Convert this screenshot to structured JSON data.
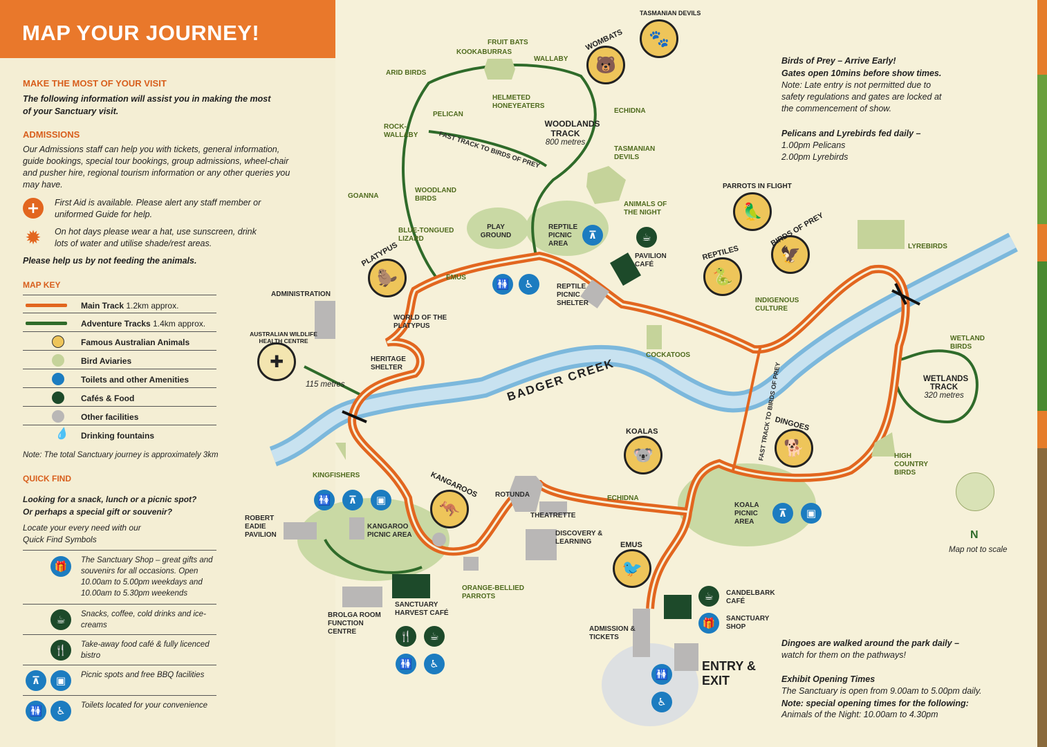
{
  "header": {
    "title": "MAP YOUR JOURNEY!"
  },
  "intro": {
    "heading": "MAKE THE MOST OF YOUR VISIT",
    "text": "The following information will assist you in making the most of your Sanctuary visit."
  },
  "admissions": {
    "heading": "ADMISSIONS",
    "text": "Our Admissions staff can help you with tickets, general information, guide bookings, special tour bookings, group admissions, wheel-chair and pusher hire, regional tourism information or any other queries you may have.",
    "first_aid": "First Aid is available. Please alert any staff member or uniformed Guide for help.",
    "hot_days": "On hot days please wear a hat, use sunscreen, drink lots of water and utilise shade/rest areas.",
    "no_feeding": "Please help us by not feeding the animals."
  },
  "map_key": {
    "heading": "MAP KEY",
    "items": [
      {
        "label": "Main Track",
        "note": "1.2km approx.",
        "color": "#e2661f"
      },
      {
        "label": "Adventure Tracks",
        "note": "1.4km approx.",
        "color": "#2f6b2a"
      },
      {
        "label": "Famous Australian Animals",
        "color": "#eec55a"
      },
      {
        "label": "Bird Aviaries",
        "color": "#c5d39a"
      },
      {
        "label": "Toilets and other Amenities",
        "color": "#1c7cc0"
      },
      {
        "label": "Cafés & Food",
        "color": "#1d4a2a"
      },
      {
        "label": "Other facilities",
        "color": "#b9b7b6"
      },
      {
        "label": "Drinking fountains",
        "color": "#1c7cc0"
      }
    ],
    "note": "Note: The total Sanctuary journey is approximately 3km"
  },
  "quick_find": {
    "heading": "QUICK FIND",
    "question": "Looking for a snack, lunch or a picnic spot? Or perhaps a special gift or souvenir?",
    "intro": "Locate your every need with our Quick Find Symbols",
    "items": [
      {
        "icon": "gift-shop-icon",
        "text": "The Sanctuary Shop – great gifts and souvenirs for all occasions. Open 10.00am to 5.00pm weekdays and 10.00am to 5.30pm weekends"
      },
      {
        "icon": "coffee-cup-icon",
        "text": "Snacks, coffee, cold drinks and ice-creams"
      },
      {
        "icon": "fork-knife-icon",
        "text": "Take-away food café & fully licenced bistro"
      },
      {
        "icon": "picnic-bbq-icon",
        "text": "Picnic spots and free BBQ facilities"
      },
      {
        "icon": "toilets-wheelchair-icon",
        "text": "Toilets located for your convenience"
      }
    ]
  },
  "map": {
    "river": "BADGER CREEK",
    "labels": [
      "FRUIT BATS",
      "KOOKABURRAS",
      "WALLABY",
      "ARID BIRDS",
      "PELICAN",
      "HELMETED HONEYEATERS",
      "ECHIDNA",
      "ROCK-WALLABY",
      "FAST TRACK TO BIRDS OF PREY",
      "TASMANIAN DEVILS",
      "GOANNA",
      "WOODLAND BIRDS",
      "ANIMALS OF THE NIGHT",
      "BLUE-TONGUED LIZARD",
      "PLAY GROUND",
      "REPTILE PICNIC AREA",
      "PAVILION CAFÉ",
      "EMUS",
      "LYREBIRDS",
      "ADMINISTRATION",
      "REPTILE PICNIC SHELTER",
      "INDIGENOUS CULTURE",
      "WORLD OF THE PLATYPUS",
      "HERITAGE SHELTER",
      "COCKATOOS",
      "WETLAND BIRDS",
      "FAST TRACK TO BIRDS OF PREY",
      "KINGFISHERS",
      "ROTUNDA",
      "ECHIDNA",
      "HIGH COUNTRY BIRDS",
      "THEATRETTE",
      "DISCOVERY & LEARNING",
      "KOALA PICNIC AREA",
      "ROBERT EADIE PAVILION",
      "KANGAROO PICNIC AREA",
      "ORANGE-BELLIED PARROTS",
      "SANCTUARY HARVEST CAFÉ",
      "BROLGA ROOM FUNCTION CENTRE",
      "ADMISSION & TICKETS",
      "CANDELBARK CAFÉ",
      "SANCTUARY SHOP"
    ],
    "woodlands": {
      "name": "WOODLANDS TRACK",
      "distance": "800 metres"
    },
    "wetlands": {
      "name": "WETLANDS TRACK",
      "distance": "320 metres"
    },
    "wildlife_distance": "115 metres",
    "badges": [
      "PLATYPUS",
      "AUSTRALIAN WILDLIFE HEALTH CENTRE",
      "KANGAROOS",
      "KOALAS",
      "EMUS",
      "DINGOES",
      "REPTILES",
      "BIRDS OF PREY",
      "PARROTS IN FLIGHT",
      "WOMBATS",
      "TASMANIAN DEVILS"
    ],
    "entry": "ENTRY & EXIT",
    "north": "N",
    "scale_note": "Map not to scale"
  },
  "right_info": {
    "bop_title": "Birds of Prey – Arrive Early!",
    "bop_sub": "Gates open 10mins before show times.",
    "bop_note": "Note: Late entry is not permitted due to safety regulations and gates are locked at the commencement of show.",
    "fed_title": "Pelicans and Lyrebirds fed daily –",
    "fed_1": "1.00pm Pelicans",
    "fed_2": "2.00pm Lyrebirds",
    "dingo_title": "Dingoes are walked around the park daily –",
    "dingo_text": "watch for them on the pathways!",
    "hours_title": "Exhibit Opening Times",
    "hours_text": "The Sanctuary is open from 9.00am to 5.00pm daily.",
    "hours_note": "Note: special opening times for the following:",
    "hours_night": "Animals of the Night: 10.00am to 4.30pm"
  }
}
